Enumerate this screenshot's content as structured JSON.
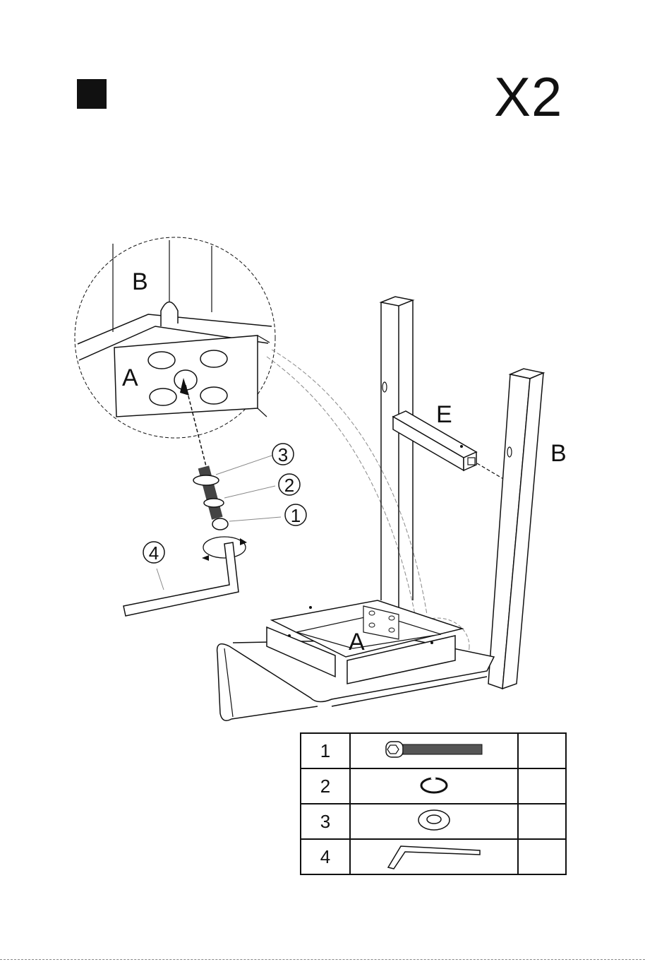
{
  "header": {
    "quantity": "X2"
  },
  "labels": {
    "detail_b": "B",
    "detail_a": "A",
    "part_e": "E",
    "part_b": "B",
    "frame_a": "A",
    "callout_1": "1",
    "callout_2": "2",
    "callout_3": "3",
    "callout_4": "4"
  },
  "parts_table": {
    "rows": [
      {
        "num": "1",
        "item": "bolt",
        "count": ""
      },
      {
        "num": "2",
        "item": "spring-washer",
        "count": ""
      },
      {
        "num": "3",
        "item": "flat-washer",
        "count": ""
      },
      {
        "num": "4",
        "item": "allen-key",
        "count": ""
      }
    ]
  }
}
